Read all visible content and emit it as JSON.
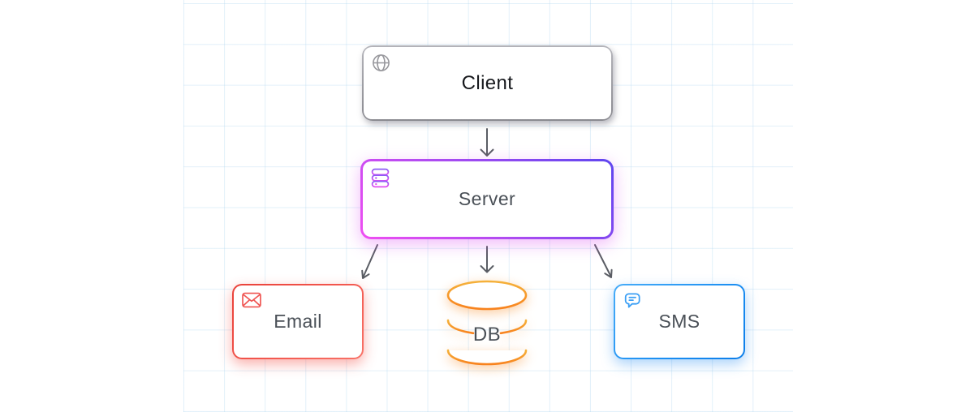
{
  "diagram": {
    "background": {
      "grid_color": "#e9f3fb"
    },
    "edge_color": "#5a5d64",
    "nodes": {
      "client": {
        "label": "Client",
        "icon": "globe-icon",
        "border_color": "#9b9ba1",
        "text_color": "#17191d"
      },
      "server": {
        "label": "Server",
        "icon": "server-stack-icon",
        "border_gradient": [
          "#5f46ef",
          "#f04ef2"
        ],
        "text_color": "#4a5057"
      },
      "email": {
        "label": "Email",
        "icon": "envelope-icon",
        "border_color": "#ef4444",
        "icon_color": "#ef5350",
        "text_color": "#4a5057"
      },
      "db": {
        "label": "DB",
        "shape": "cylinder",
        "border_gradient": [
          "#f5b13a",
          "#f8821d"
        ],
        "text_color": "#4a5057"
      },
      "sms": {
        "label": "SMS",
        "icon": "chat-bubble-icon",
        "border_gradient": [
          "#47acf8",
          "#0d7ee9"
        ],
        "icon_color": "#3b9ff5",
        "text_color": "#4a5057"
      }
    },
    "edges": [
      {
        "from": "client",
        "to": "server"
      },
      {
        "from": "server",
        "to": "email"
      },
      {
        "from": "server",
        "to": "db"
      },
      {
        "from": "server",
        "to": "sms"
      }
    ]
  }
}
